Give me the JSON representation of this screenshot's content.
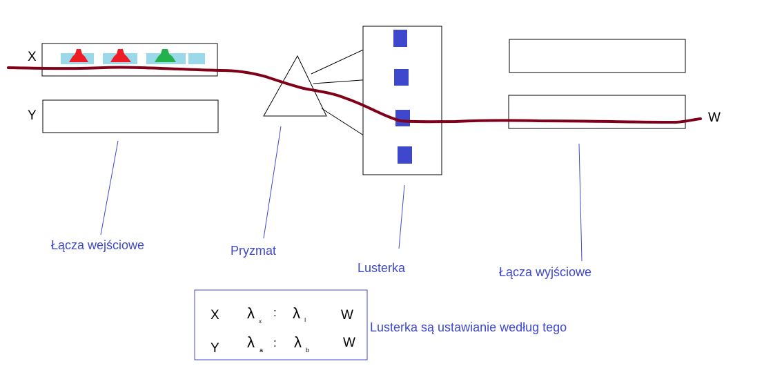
{
  "inputs": {
    "x_label": "X",
    "y_label": "Y",
    "caption": "Łącza wejściowe",
    "signal_colors": [
      "#ee1c24",
      "#ee1c24",
      "#22b14c"
    ],
    "slot_color": "#99d9ea"
  },
  "prism": {
    "caption": "Pryzmat"
  },
  "mirrors": {
    "caption": "Lusterka",
    "color": "#3f48cc",
    "count": 4
  },
  "outputs": {
    "w_label": "W",
    "caption": "Łącza wyjściowe"
  },
  "fiber": {
    "color": "#7f0018"
  },
  "annotation_color": "#3f48cc",
  "table": {
    "rows": [
      {
        "port": "X",
        "lambda_in": "λ",
        "in_sub": "x",
        "sep": ":",
        "lambda_out": "λ",
        "out_sub": "I",
        "output": "W"
      },
      {
        "port": "Y",
        "lambda_in": "λ",
        "in_sub": "a",
        "sep": ":",
        "lambda_out": "λ",
        "out_sub": "b",
        "output": "W"
      }
    ],
    "note": "Lusterka są ustawianie według tego"
  }
}
